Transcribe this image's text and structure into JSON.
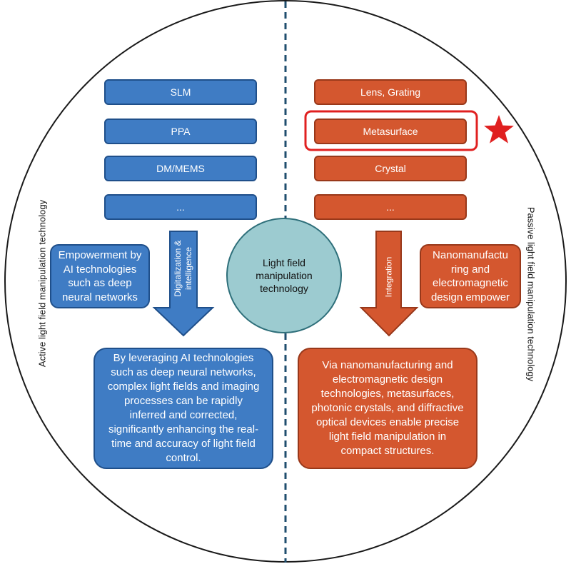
{
  "center": {
    "label": "Light field manipulation technology"
  },
  "left": {
    "side_label": "Active light field manipulation technology",
    "items": [
      "SLM",
      "PPA",
      "DM/MEMS",
      "..."
    ],
    "arrow_label": "Digitalization & intelligence",
    "empower": "Empowerment by AI technologies such as deep neural networks",
    "summary": "By leveraging AI technologies such as deep neural networks, complex light fields and imaging processes can be rapidly inferred and corrected, significantly enhancing the real-time and accuracy of light field control."
  },
  "right": {
    "side_label": "Passive light field manipulation technology",
    "items": [
      "Lens, Grating",
      "Metasurface",
      "Crystal",
      "..."
    ],
    "highlighted_item": "Metasurface",
    "arrow_label": "Integration",
    "empower": "Nanomanufactu ring and electromagnetic design empower",
    "summary": "Via nanomanufacturing and electromagnetic design technologies, metasurfaces, photonic crystals, and diffractive optical devices enable precise light field manipulation in compact structures."
  },
  "colors": {
    "blue": "#3f7cc4",
    "orange": "#d4572f",
    "center_fill": "#9ccbd0",
    "divider": "#1f4e6e",
    "highlight": "#e02020"
  }
}
